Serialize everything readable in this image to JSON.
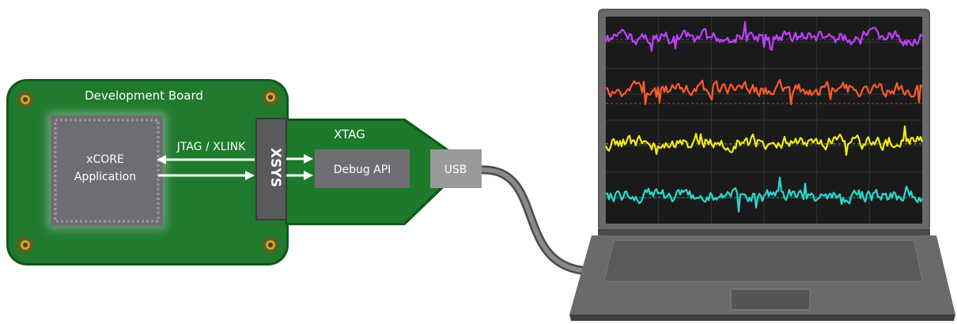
{
  "board": {
    "title": "Development Board",
    "chip_line1": "xCORE",
    "chip_line2": "Application"
  },
  "link": {
    "label": "JTAG / XLINK"
  },
  "xsys": {
    "label": "XSYS"
  },
  "xtag": {
    "title": "XTAG",
    "debug_api": "Debug API",
    "usb": "USB"
  },
  "colors": {
    "board_green": "#1f7a2e",
    "board_dark": "#0f5a1c",
    "chip_gray": "#6e6e72",
    "xtag_green": "#1c7a2a",
    "plot_purple": "#c040ff",
    "plot_orange": "#ff5a2a",
    "plot_yellow": "#f2e81c",
    "plot_cyan": "#2ad8d0",
    "laptop_gray": "#5a5a5c"
  },
  "icons": {
    "mount_holes": "mount-hole-icon",
    "arrows": "arrow-icon"
  },
  "traces": [
    {
      "name": "purple-trace",
      "color": "#c040ff"
    },
    {
      "name": "orange-trace",
      "color": "#ff5a2a"
    },
    {
      "name": "yellow-trace",
      "color": "#f2e81c"
    },
    {
      "name": "cyan-trace",
      "color": "#2ad8d0"
    }
  ]
}
